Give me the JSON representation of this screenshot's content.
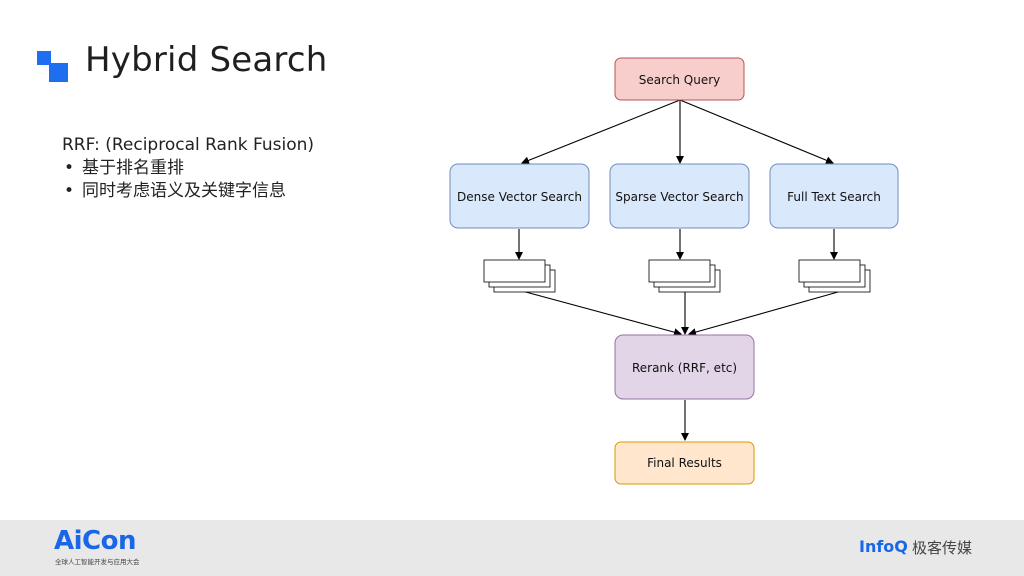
{
  "title": "Hybrid Search",
  "body": {
    "heading": "RRF: (Reciprocal Rank Fusion)",
    "bullets": [
      "基于排名重排",
      "同时考虑语义及关键字信息"
    ]
  },
  "diagram": {
    "query": "Search Query",
    "dense": "Dense Vector Search",
    "sparse": "Sparse Vector Search",
    "fulltext": "Full Text Search",
    "rerank": "Rerank (RRF, etc)",
    "final": "Final Results",
    "colors": {
      "query_fill": "#f8cecc",
      "query_stroke": "#b85450",
      "search_fill": "#dae8fc",
      "search_stroke": "#6c8ebf",
      "rerank_fill": "#e1d5e7",
      "rerank_stroke": "#9673a6",
      "final_fill": "#ffe6cc",
      "final_stroke": "#d79b00"
    }
  },
  "footer": {
    "brand_left": "AiCon",
    "brand_left_sub": "全球人工智能开发与应用大会",
    "brand_right": "InfoQ",
    "brand_right_cn": "极客传媒"
  }
}
